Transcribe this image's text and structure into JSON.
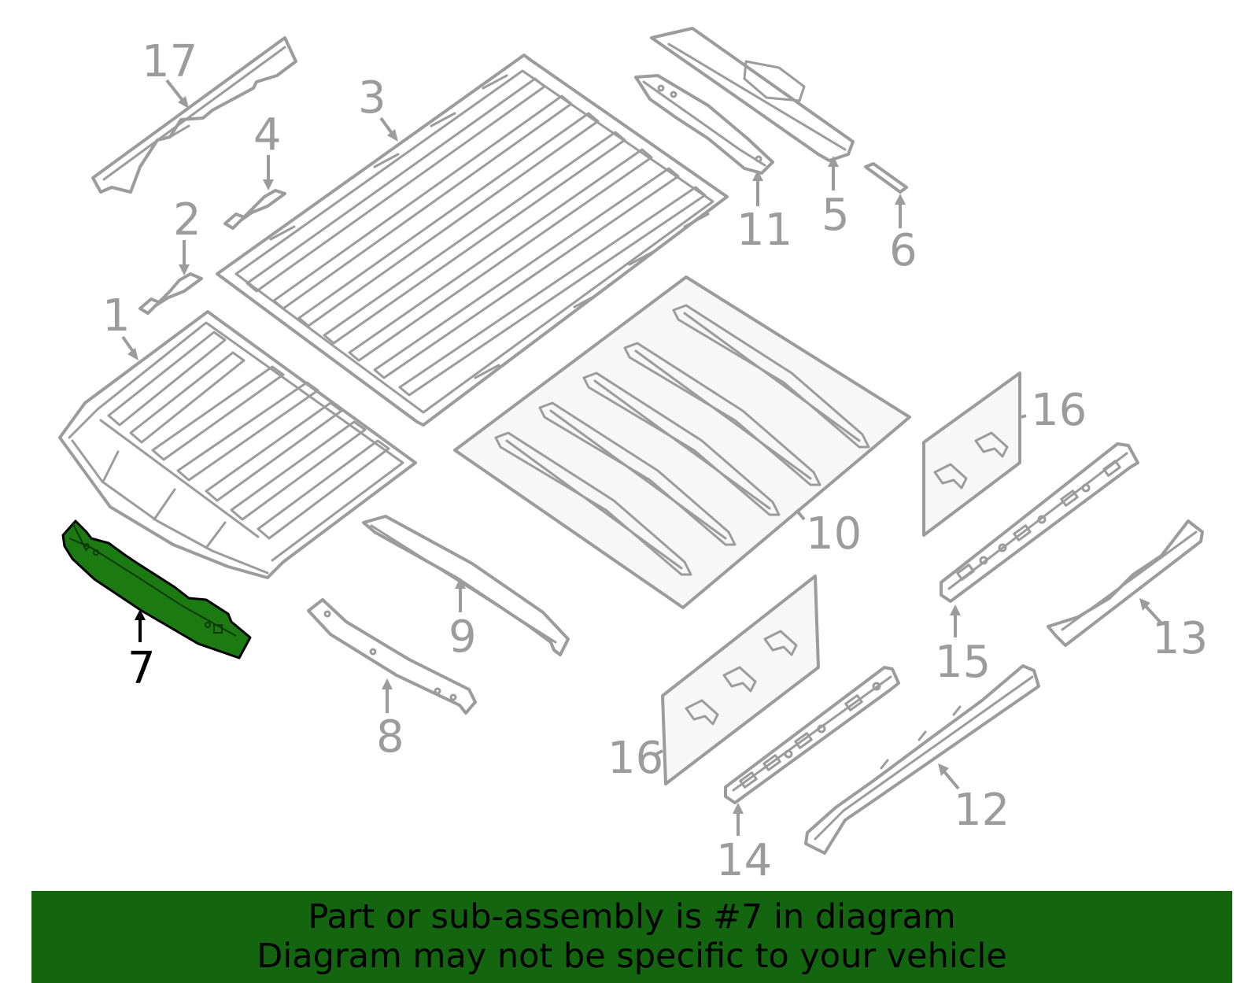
{
  "diagram": {
    "highlighted_part": "7",
    "colors": {
      "line": "#9c9c9c",
      "highlight_fill": "#1b7a12",
      "highlight_label": "#000000",
      "banner_background": "#136510",
      "banner_text": "#000000"
    },
    "callouts": {
      "p1": "1",
      "p2": "2",
      "p3": "3",
      "p4": "4",
      "p5": "5",
      "p6": "6",
      "p7": "7",
      "p8": "8",
      "p9": "9",
      "p10": "10",
      "p11": "11",
      "p12": "12",
      "p13": "13",
      "p14": "14",
      "p15": "15",
      "p16a": "16",
      "p16b": "16",
      "p17": "17"
    }
  },
  "banner": {
    "line1": "Part or sub-assembly is #7 in diagram",
    "line2": "Diagram may not be specific to your vehicle"
  }
}
